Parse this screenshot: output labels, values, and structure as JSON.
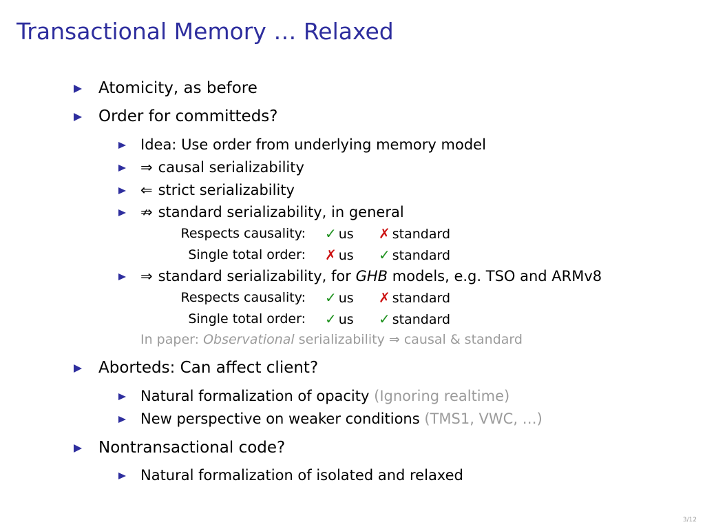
{
  "slide": {
    "title": "Transactional Memory … Relaxed",
    "items": [
      {
        "text": "Atomicity, as before"
      },
      {
        "text": "Order for committeds?"
      },
      {
        "text": "Idea: Use order from underlying memory model"
      },
      {
        "symbol": "⇒",
        "text": "causal serializability"
      },
      {
        "symbol": "⇐",
        "text": "strict serializability"
      },
      {
        "symbol": "⇏",
        "text": "standard serializability, in general"
      },
      {
        "symbol": "⇒",
        "text_before": "standard serializability, for",
        "text_em": "GHB",
        "text_after": "models, e.g. TSO and ARMv8"
      },
      {
        "text": "Aborteds: Can affect client?"
      },
      {
        "text": "Natural formalization of opacity",
        "aside": "(Ignoring realtime)"
      },
      {
        "text": "New perspective on weaker conditions",
        "aside": "(TMS1, VWC, …)"
      },
      {
        "text": "Nontransactional code?"
      },
      {
        "text": "Natural formalization of isolated and relaxed"
      }
    ],
    "comparison_general": [
      {
        "label": "Respects causality:",
        "us_mark": "✓",
        "us": "us",
        "std_mark": "✗",
        "std": "standard"
      },
      {
        "label": "Single total order:",
        "us_mark": "✗",
        "us": "us",
        "std_mark": "✓",
        "std": "standard"
      }
    ],
    "comparison_ghb": [
      {
        "label": "Respects causality:",
        "us_mark": "✓",
        "us": "us",
        "std_mark": "✗",
        "std": "standard"
      },
      {
        "label": "Single total order:",
        "us_mark": "✓",
        "us": "us",
        "std_mark": "✓",
        "std": "standard"
      }
    ],
    "note": {
      "prefix": "In paper:",
      "em": "Observational",
      "rest": "serializability ⇒ causal & standard"
    },
    "page_number": "3/12"
  }
}
